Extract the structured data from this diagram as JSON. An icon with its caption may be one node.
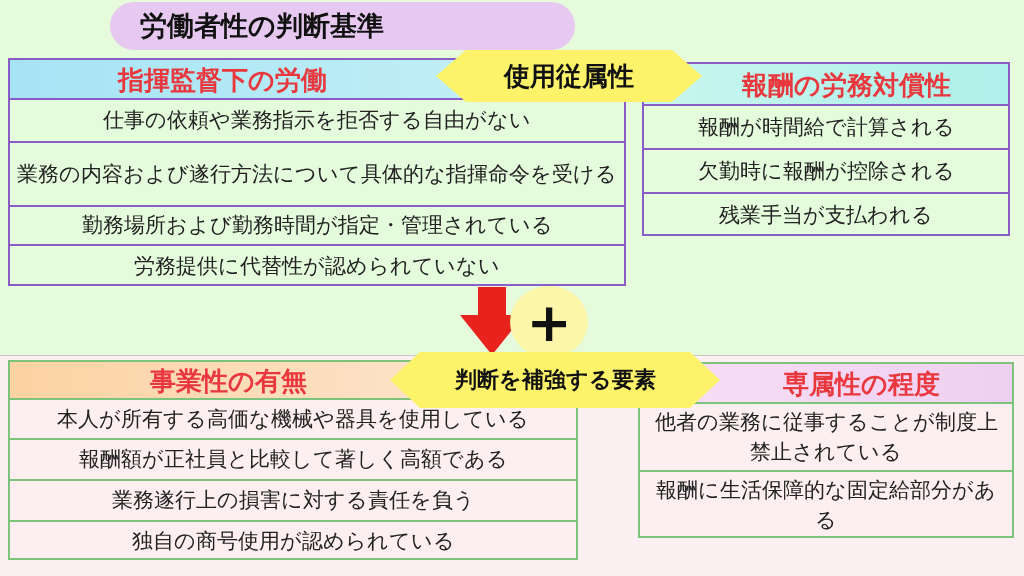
{
  "diagram": {
    "title": "労働者性の判断基準",
    "nodes": [
      {
        "text": [
          "指揮監督下の労働"
        ]
      },
      {
        "text": [
          "仕事の依頼や業務指示を拒否する自由がない"
        ],
        "in": 0
      },
      {
        "text": [
          "業務の内容および遂行方法について具体的な指揮命令を受ける"
        ],
        "in": 0
      },
      {
        "text": [
          "勤務場所および勤務時間が指定・管理されている"
        ],
        "in": 0
      },
      {
        "text": [
          "労務提供に代替性が認められていない"
        ],
        "in": 0
      },
      {
        "text": [
          "使用従属性"
        ]
      },
      {
        "text": [
          "報酬の労務対償性"
        ]
      },
      {
        "text": [
          "報酬が時間給で計算される"
        ],
        "in": 6
      },
      {
        "text": [
          "欠勤時に報酬が控除される"
        ],
        "in": 6
      },
      {
        "text": [
          "残業手当が支払われる"
        ],
        "in": 6
      },
      {
        "text": [
          "事業性の有無"
        ]
      },
      {
        "text": [
          "本人が所有する高価な機械や器具を使用している"
        ],
        "in": 10
      },
      {
        "text": [
          "報酬額が正社員と比較して著しく高額である"
        ],
        "in": 10
      },
      {
        "text": [
          "業務遂行上の損害に対する責任を負う"
        ],
        "in": 10
      },
      {
        "text": [
          "独自の商号使用が認められている"
        ],
        "in": 10
      },
      {
        "text": [
          "判断を補強する要素"
        ]
      },
      {
        "text": [
          "専属性の程度"
        ]
      },
      {
        "text": [
          "他者の業務に従事することが制度上禁止されている"
        ],
        "in": 16
      },
      {
        "text": [
          "報酬に生活保障的な固定給部分がある"
        ],
        "in": 16
      }
    ],
    "edges": [
      {
        "from": 0,
        "to": 15,
        "arrow": "to"
      }
    ],
    "labels": [
      "+"
    ]
  }
}
